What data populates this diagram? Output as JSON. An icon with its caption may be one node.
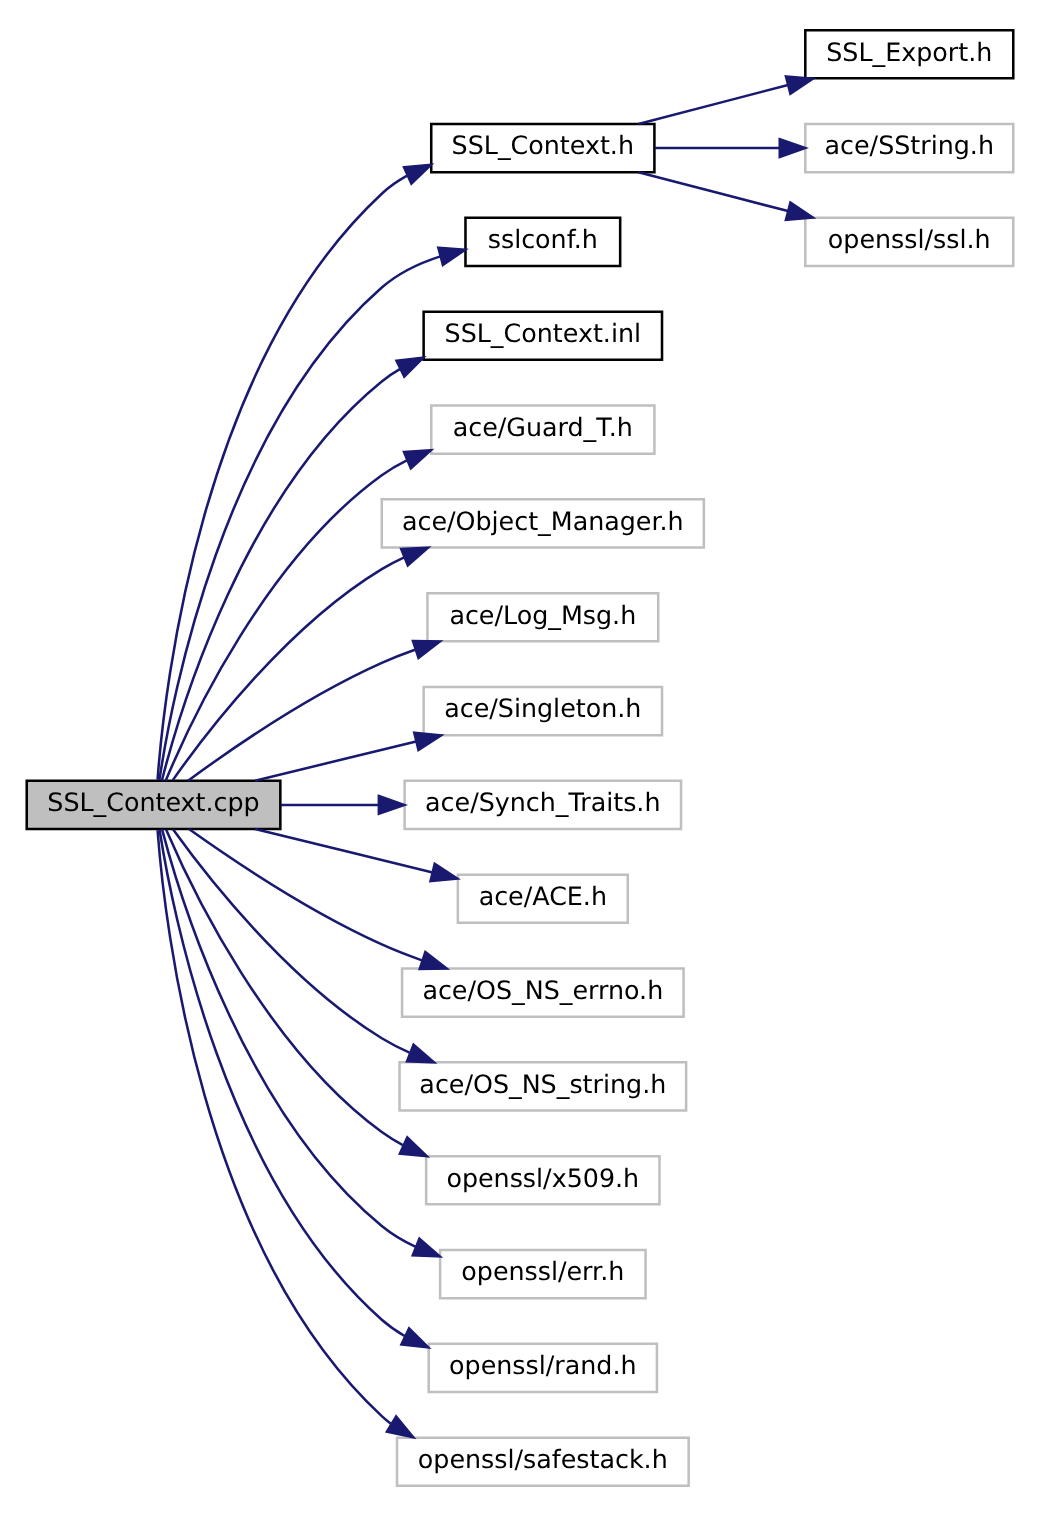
{
  "diagram": {
    "nodes": [
      {
        "text": [
          "SSL_Context.cpp"
        ]
      },
      {
        "text": [
          "SSL_Context.h"
        ]
      },
      {
        "text": [
          "SSL_Export.h"
        ]
      },
      {
        "text": [
          "ace/SString.h"
        ]
      },
      {
        "text": [
          "openssl/ssl.h"
        ]
      },
      {
        "text": [
          "sslconf.h"
        ]
      },
      {
        "text": [
          "SSL_Context.inl"
        ]
      },
      {
        "text": [
          "ace/Guard_T.h"
        ]
      },
      {
        "text": [
          "ace/Object_Manager.h"
        ]
      },
      {
        "text": [
          "ace/Log_Msg.h"
        ]
      },
      {
        "text": [
          "ace/Singleton.h"
        ]
      },
      {
        "text": [
          "ace/Synch_Traits.h"
        ]
      },
      {
        "text": [
          "ace/ACE.h"
        ]
      },
      {
        "text": [
          "ace/OS_NS_errno.h"
        ]
      },
      {
        "text": [
          "ace/OS_NS_string.h"
        ]
      },
      {
        "text": [
          "openssl/x509.h"
        ]
      },
      {
        "text": [
          "openssl/err.h"
        ]
      },
      {
        "text": [
          "openssl/rand.h"
        ]
      },
      {
        "text": [
          "openssl/safestack.h"
        ]
      }
    ],
    "edges": [
      {
        "from": 0,
        "to": 1,
        "arrow": "to"
      },
      {
        "from": 1,
        "to": 2,
        "arrow": "to"
      },
      {
        "from": 1,
        "to": 3,
        "arrow": "to"
      },
      {
        "from": 1,
        "to": 4,
        "arrow": "to"
      },
      {
        "from": 0,
        "to": 5,
        "arrow": "to"
      },
      {
        "from": 0,
        "to": 6,
        "arrow": "to"
      },
      {
        "from": 0,
        "to": 7,
        "arrow": "to"
      },
      {
        "from": 0,
        "to": 8,
        "arrow": "to"
      },
      {
        "from": 0,
        "to": 9,
        "arrow": "to"
      },
      {
        "from": 0,
        "to": 10,
        "arrow": "to"
      },
      {
        "from": 0,
        "to": 11,
        "arrow": "to"
      },
      {
        "from": 0,
        "to": 12,
        "arrow": "to"
      },
      {
        "from": 0,
        "to": 13,
        "arrow": "to"
      },
      {
        "from": 0,
        "to": 14,
        "arrow": "to"
      },
      {
        "from": 0,
        "to": 15,
        "arrow": "to"
      },
      {
        "from": 0,
        "to": 16,
        "arrow": "to"
      },
      {
        "from": 0,
        "to": 17,
        "arrow": "to"
      },
      {
        "from": 0,
        "to": 18,
        "arrow": "to"
      }
    ]
  }
}
